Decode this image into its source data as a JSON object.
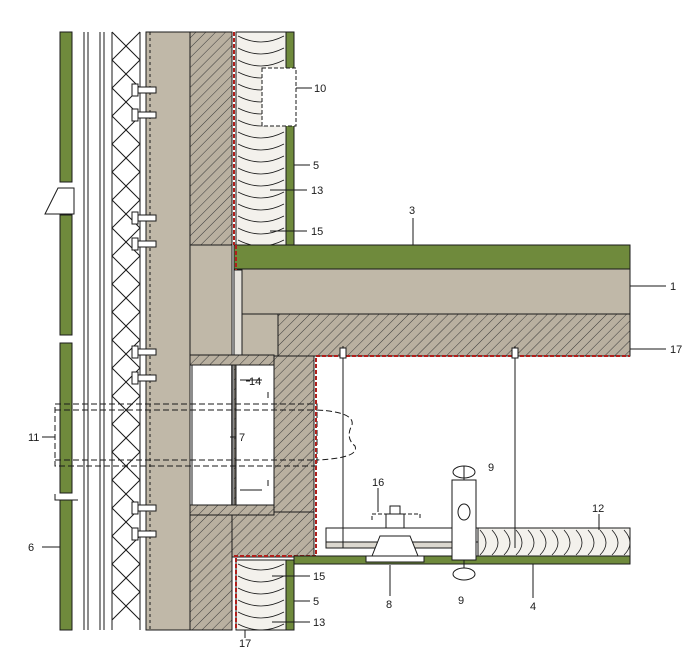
{
  "colors": {
    "concrete": "#c0b8a8",
    "concrete_dark": "#b7ae9d",
    "green": "#6f8a3c",
    "green_dark": "#4f6a22",
    "red_membrane": "#b0201c",
    "line": "#1a1a1a",
    "insulation": "#f3f1ec"
  },
  "callouts": {
    "c1": "1",
    "c3": "3",
    "c4": "4",
    "c5a": "5",
    "c5b": "5",
    "c6": "6",
    "c7": "7",
    "c8": "8",
    "c9a": "9",
    "c9b": "9",
    "c10": "10",
    "c11": "11",
    "c12": "12",
    "c13a": "13",
    "c13b": "13",
    "c14": "14",
    "c15a": "15",
    "c15b": "15",
    "c16": "16",
    "c17a": "17",
    "c17b": "17"
  }
}
